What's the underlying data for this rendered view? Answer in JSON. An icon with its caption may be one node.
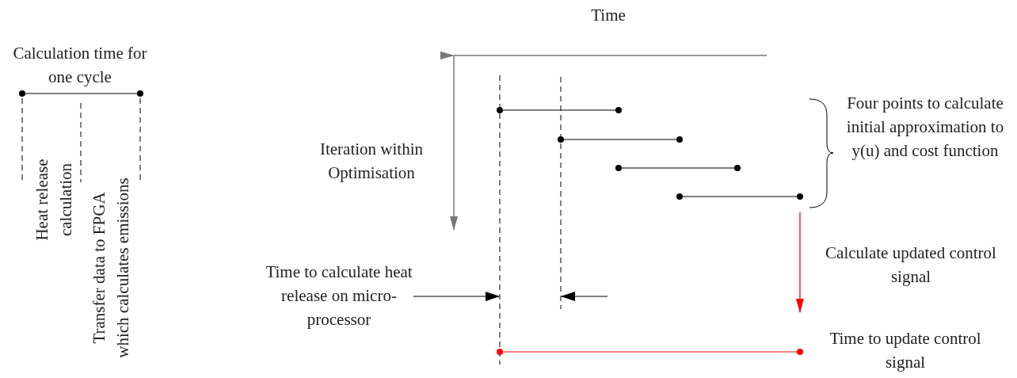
{
  "diagram": {
    "labels": [
      "Time",
      "Calculation time for one cycle",
      "Four points to calculate initial approximation to y(u) and cost function",
      "Iteration within Optimisation",
      "Heat release calculation",
      "Transfer data to FPGA which calculates emissions",
      "Calculate updated control signal",
      "Time to calculate heat release on micro-processor",
      "Time to update control signal"
    ]
  }
}
